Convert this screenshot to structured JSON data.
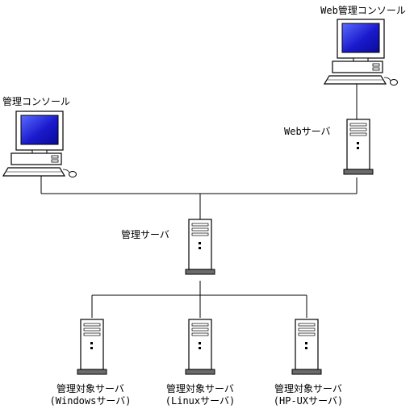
{
  "diagram": {
    "web_console": {
      "label": "Web管理コンソール"
    },
    "admin_console": {
      "label": "管理コンソール"
    },
    "web_server": {
      "label": "Webサーバ"
    },
    "mgmt_server": {
      "label": "管理サーバ"
    },
    "targets": [
      {
        "label": "管理対象サーバ",
        "sub": "(Windowsサーバ)"
      },
      {
        "label": "管理対象サーバ",
        "sub": "(Linuxサーバ)"
      },
      {
        "label": "管理対象サーバ",
        "sub": "(HP-UXサーバ)"
      }
    ],
    "colors": {
      "screen": "#1a1acc",
      "screen_highlight": "#5a6cff",
      "casing": "#ffffff",
      "stroke": "#000000",
      "base_plate": "#6b6b6b"
    }
  }
}
